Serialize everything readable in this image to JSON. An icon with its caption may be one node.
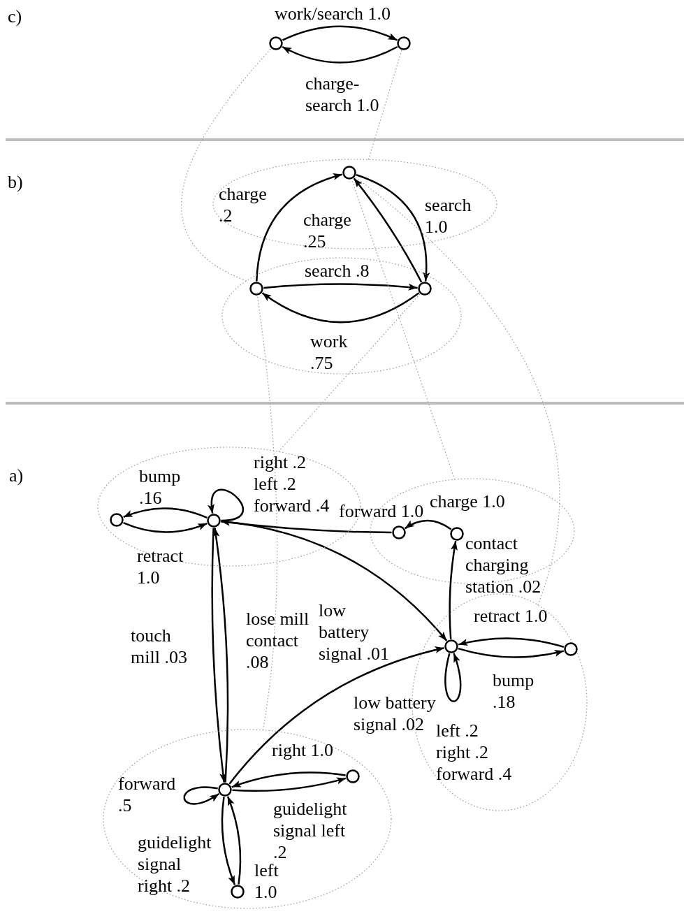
{
  "diagram": {
    "nodes": [
      {
        "text": [],
        "shape": "circle"
      },
      {
        "text": [],
        "shape": "circle"
      },
      {
        "text": [],
        "shape": "ellipse"
      },
      {
        "text": [],
        "shape": "circle",
        "in": 2
      },
      {
        "text": [],
        "shape": "ellipse"
      },
      {
        "text": [],
        "shape": "circle",
        "in": 4
      },
      {
        "text": [],
        "shape": "circle",
        "in": 4
      },
      {
        "text": [],
        "shape": "ellipse"
      },
      {
        "text": [],
        "shape": "circle",
        "in": 7
      },
      {
        "text": [],
        "shape": "circle",
        "in": 7
      },
      {
        "text": [],
        "shape": "ellipse"
      },
      {
        "text": [],
        "shape": "circle",
        "in": 10
      },
      {
        "text": [],
        "shape": "circle",
        "in": 10
      },
      {
        "text": [],
        "shape": "ellipse"
      },
      {
        "text": [],
        "shape": "circle",
        "in": 13
      },
      {
        "text": [],
        "shape": "circle",
        "in": 13
      },
      {
        "text": [],
        "shape": "ellipse"
      },
      {
        "text": [],
        "shape": "circle",
        "in": 16
      },
      {
        "text": [],
        "shape": "circle",
        "in": 16
      },
      {
        "text": [],
        "shape": "circle",
        "in": 16
      }
    ],
    "edges": [
      {
        "from": 0,
        "to": 1,
        "arrow": "to",
        "label": "work/search 1.0"
      },
      {
        "from": 1,
        "to": 0,
        "arrow": "to",
        "label": "charge-search 1.0"
      },
      {
        "from": 5,
        "to": 3,
        "arrow": "to",
        "label": "charge .2"
      },
      {
        "from": 3,
        "to": 6,
        "arrow": "to",
        "label": "search 1.0"
      },
      {
        "from": 6,
        "to": 3,
        "arrow": "to",
        "label": "charge .25"
      },
      {
        "from": 5,
        "to": 6,
        "arrow": "to",
        "label": "search .8"
      },
      {
        "from": 6,
        "to": 5,
        "arrow": "to",
        "label": "work .75"
      },
      {
        "from": 9,
        "to": 8,
        "arrow": "to",
        "label": "bump .16"
      },
      {
        "from": 8,
        "to": 9,
        "arrow": "to",
        "label": "retract 1.0"
      },
      {
        "from": 9,
        "to": 9,
        "arrow": "to",
        "label": "right .2 left .2 forward .4"
      },
      {
        "from": 11,
        "to": 9,
        "arrow": "to",
        "label": "forward 1.0"
      },
      {
        "from": 12,
        "to": 11,
        "arrow": "to",
        "label": "charge 1.0"
      },
      {
        "from": 9,
        "to": 14,
        "arrow": "to",
        "label": "low battery signal .01"
      },
      {
        "from": 9,
        "to": 17,
        "arrow": "to",
        "label": "touch mill .03"
      },
      {
        "from": 17,
        "to": 9,
        "arrow": "to",
        "label": "lose mill contact .08"
      },
      {
        "from": 14,
        "to": 12,
        "arrow": "to",
        "label": "contact charging station .02"
      },
      {
        "from": 15,
        "to": 14,
        "arrow": "to",
        "label": "retract 1.0"
      },
      {
        "from": 14,
        "to": 15,
        "arrow": "to",
        "label": "bump .18"
      },
      {
        "from": 14,
        "to": 14,
        "arrow": "to",
        "label": "left .2 right .2 forward .4"
      },
      {
        "from": 17,
        "to": 14,
        "arrow": "to",
        "label": "low battery signal .02"
      },
      {
        "from": 18,
        "to": 17,
        "arrow": "to",
        "label": "right 1.0"
      },
      {
        "from": 17,
        "to": 18,
        "arrow": "to",
        "label": "guidelight signal left .2"
      },
      {
        "from": 17,
        "to": 17,
        "arrow": "to",
        "label": "forward .5"
      },
      {
        "from": 17,
        "to": 19,
        "arrow": "to",
        "label": "guidelight signal right .2"
      },
      {
        "from": 19,
        "to": 17,
        "arrow": "to",
        "label": "left 1.0"
      },
      {
        "from": 7,
        "to": 6,
        "arrow": "none",
        "style": "dashed",
        "color": "#999999"
      },
      {
        "from": 16,
        "to": 5,
        "arrow": "none",
        "style": "dashed",
        "color": "#999999"
      },
      {
        "from": 10,
        "to": 3,
        "arrow": "none",
        "style": "dashed",
        "color": "#999999"
      },
      {
        "from": 13,
        "to": 3,
        "arrow": "none",
        "style": "dashed",
        "color": "#999999"
      },
      {
        "from": 4,
        "to": 0,
        "arrow": "none",
        "style": "dashed",
        "color": "#999999"
      },
      {
        "from": 2,
        "to": 1,
        "arrow": "none",
        "style": "dashed",
        "color": "#999999"
      }
    ],
    "labels": [
      "c)",
      "b)",
      "a)"
    ]
  }
}
